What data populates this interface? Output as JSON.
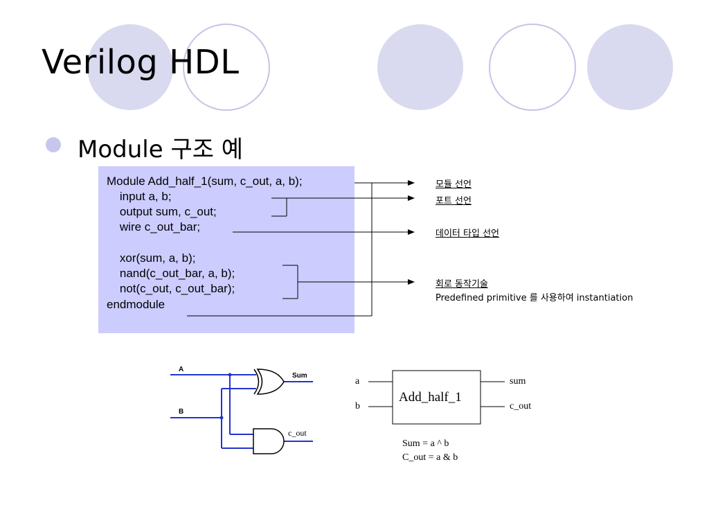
{
  "slide": {
    "title": "Verilog HDL",
    "bullet": "Module 구조 예",
    "colors": {
      "deco_fill": "#d9d9ef",
      "deco_stroke": "#c4c4e6",
      "code_bg": "#ccccff",
      "bullet": "#c7c7ee",
      "wire": "#2233cc"
    }
  },
  "code": {
    "lines": [
      "Module Add_half_1(sum, c_out, a, b);",
      "    input a, b;",
      "    output sum, c_out;",
      "    wire c_out_bar;",
      "",
      "    xor(sum, a, b);",
      "    nand(c_out_bar, a, b);",
      "    not(c_out, c_out_bar);",
      "endmodule"
    ]
  },
  "annotations": {
    "module_decl": "모듈 선언",
    "port_decl": "포트 선언",
    "data_type_decl": "데이터 타입 선언",
    "circuit_desc": "회로 동작기술",
    "primitive_note": "Predefined primitive 를 사용하여 instantiation"
  },
  "circuit": {
    "input_a": "A",
    "input_b": "B",
    "output_sum": "Sum",
    "output_cout": "c_out"
  },
  "block": {
    "name": "Add_half_1",
    "in_a": "a",
    "in_b": "b",
    "out_sum": "sum",
    "out_cout": "c_out",
    "eq_sum": "Sum = a ^ b",
    "eq_cout": "C_out = a & b"
  }
}
